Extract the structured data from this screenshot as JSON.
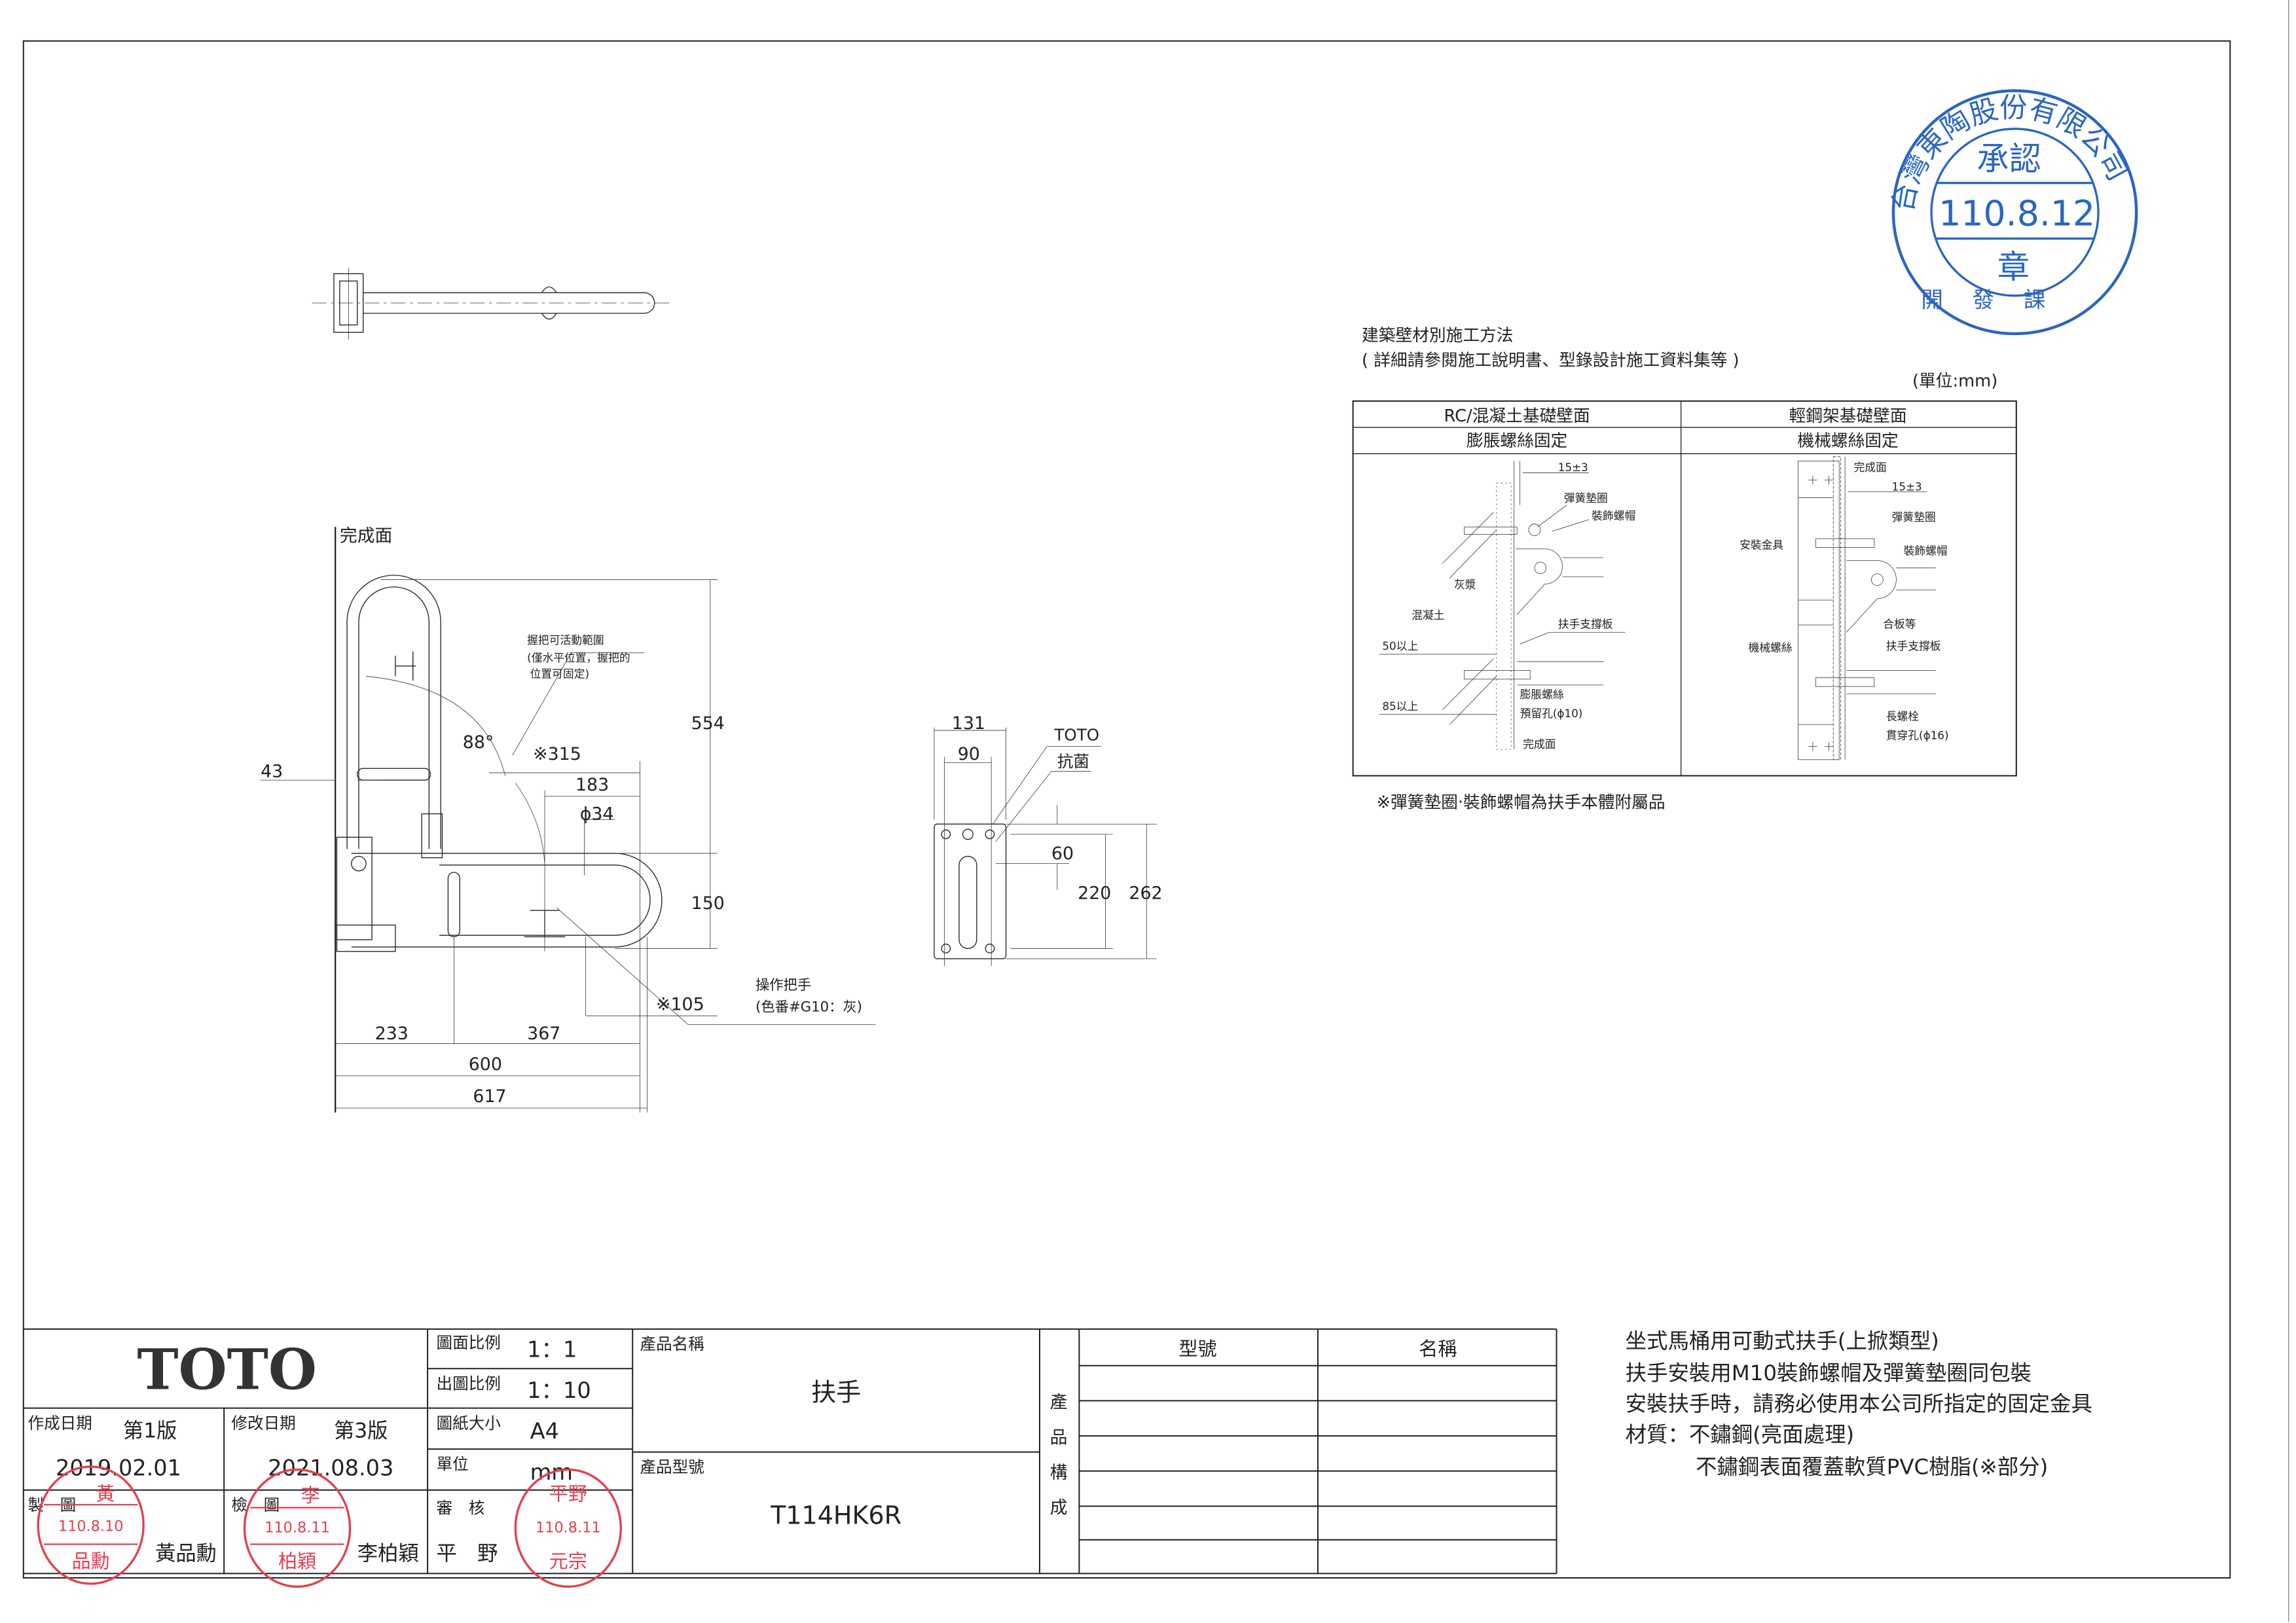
{
  "top_view": {},
  "front_view": {
    "finish_surface": "完成面",
    "range_note": [
      "握把可活動範圍",
      "(僅水平位置，握把的",
      "位置可固定)"
    ],
    "dims": {
      "d43": "43",
      "d554": "554",
      "d150": "150",
      "angle": "88°",
      "d315": "※315",
      "d183": "183",
      "d34": "ϕ34",
      "d233": "233",
      "d367": "367",
      "d600": "600",
      "d617": "617",
      "d105": "※105"
    },
    "handle_label": [
      "操作把手",
      "(色番#G10：灰)"
    ]
  },
  "side_view": {
    "d131": "131",
    "d90": "90",
    "toto": "TOTO",
    "antibac": "抗菌",
    "d60": "60",
    "d220": "220",
    "d262": "262"
  },
  "install": {
    "title": "建築壁材別施工方法",
    "subtitle": "( 詳細請參閱施工說明書、型錄設計施工資料集等 )",
    "unit": "(單位:mm)",
    "left_header": "RC/混凝土基礎壁面",
    "left_method": "膨脹螺絲固定",
    "right_header": "輕鋼架基礎壁面",
    "right_method": "機械螺絲固定",
    "left_labels": {
      "gap": "15±3",
      "washer": "彈簧墊圈",
      "nut": "裝飾螺帽",
      "mortar": "灰漿",
      "concrete": "混凝土",
      "plate": "扶手支撐板",
      "min50": "50以上",
      "min85": "85以上",
      "anchor": "膨脹螺絲",
      "hole": "預留孔(ϕ10)",
      "finish": "完成面"
    },
    "right_labels": {
      "finish": "完成面",
      "gap": "15±3",
      "washer": "彈簧墊圈",
      "bracket": "安裝金具",
      "nut": "裝飾螺帽",
      "plywood": "合板等",
      "screw": "機械螺絲",
      "plate": "扶手支撐板",
      "bolt": "長螺栓",
      "hole": "貫穿孔(ϕ16)"
    },
    "note": "※彈簧墊圈‧裝飾螺帽為扶手本體附屬品"
  },
  "approval_stamp": {
    "company": "台灣東陶股份有限公司",
    "approve": "承認",
    "date": "110.8.12",
    "seal": "章",
    "dept": "開發課"
  },
  "notes": [
    "坐式馬桶用可動式扶手(上掀類型)",
    "扶手安裝用M10裝飾螺帽及彈簧墊圈同包裝",
    "安裝扶手時，請務必使用本公司所指定的固定金具",
    "材質：不鏽鋼(亮面處理)",
    "不鏽鋼表面覆蓋軟質PVC樹脂(※部分)"
  ],
  "title_block": {
    "logo": "TOTO",
    "drawing_scale_label": "圖面比例",
    "drawing_scale": "1：1",
    "print_scale_label": "出圖比例",
    "print_scale": "1：10",
    "paper_label": "圖紙大小",
    "paper": "A4",
    "unit_label": "單位",
    "unit": "mm",
    "created_label": "作成日期",
    "created_version": "第1版",
    "created_date": "2019.02.01",
    "revised_label": "修改日期",
    "revised_version": "第3版",
    "revised_date": "2021.08.03",
    "drawn_label": "製　圖",
    "checked_label": "檢　圖",
    "approved_label": "審　核",
    "drawn_by": "黃品勳",
    "checked_by": "李柏穎",
    "approved_by": "平　野",
    "product_name_label": "產品名稱",
    "product_name": "扶手",
    "product_model_label": "產品型號",
    "product_model": "T114HK6R",
    "composition_label": [
      "產",
      "品",
      "構",
      "成"
    ],
    "model_col": "型號",
    "name_col": "名稱"
  },
  "stamps": [
    {
      "top": "黃",
      "date": "110.8.10",
      "name": "品勳"
    },
    {
      "top": "李",
      "date": "110.8.11",
      "name": "柏穎"
    },
    {
      "top": "平野",
      "date": "110.8.11",
      "name": "元宗"
    }
  ]
}
